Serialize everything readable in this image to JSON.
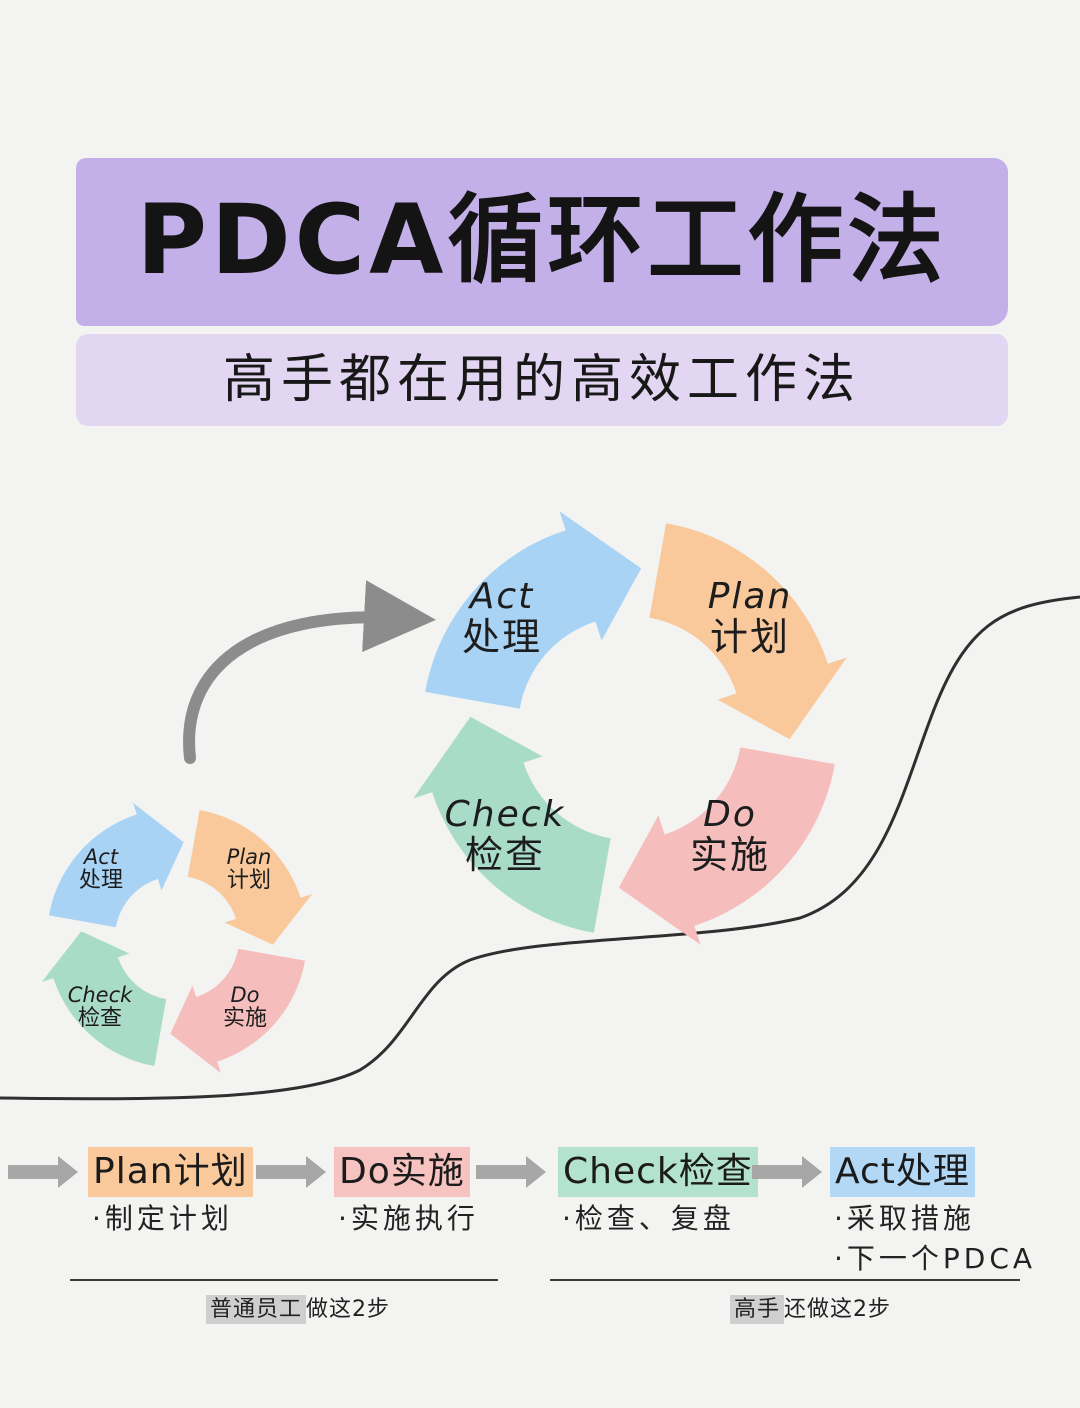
{
  "title": "PDCA循环工作法",
  "subtitle": "高手都在用的高效工作法",
  "cycle": [
    {
      "en": "Plan",
      "zh": "计划",
      "color": "#f9c99b"
    },
    {
      "en": "Do",
      "zh": "实施",
      "color": "#f5bdbb"
    },
    {
      "en": "Check",
      "zh": "检查",
      "color": "#a9dcc8"
    },
    {
      "en": "Act",
      "zh": "处理",
      "color": "#a9d3f4"
    }
  ],
  "steps": [
    {
      "title": "Plan计划",
      "color": "#f9c99b",
      "items": [
        "·制定计划"
      ]
    },
    {
      "title": "Do实施",
      "color": "#f6c3c0",
      "items": [
        "·实施执行"
      ]
    },
    {
      "title": "Check检查",
      "color": "#b3e2cf",
      "items": [
        "·检查、复盘"
      ]
    },
    {
      "title": "Act处理",
      "color": "#b3d8f5",
      "items": [
        "·采取措施",
        "·下一个PDCA"
      ]
    }
  ],
  "notes": {
    "left": {
      "highlight": "普通员工",
      "rest": "做这2步"
    },
    "right": {
      "highlight": "高手",
      "rest": "还做这2步"
    }
  }
}
